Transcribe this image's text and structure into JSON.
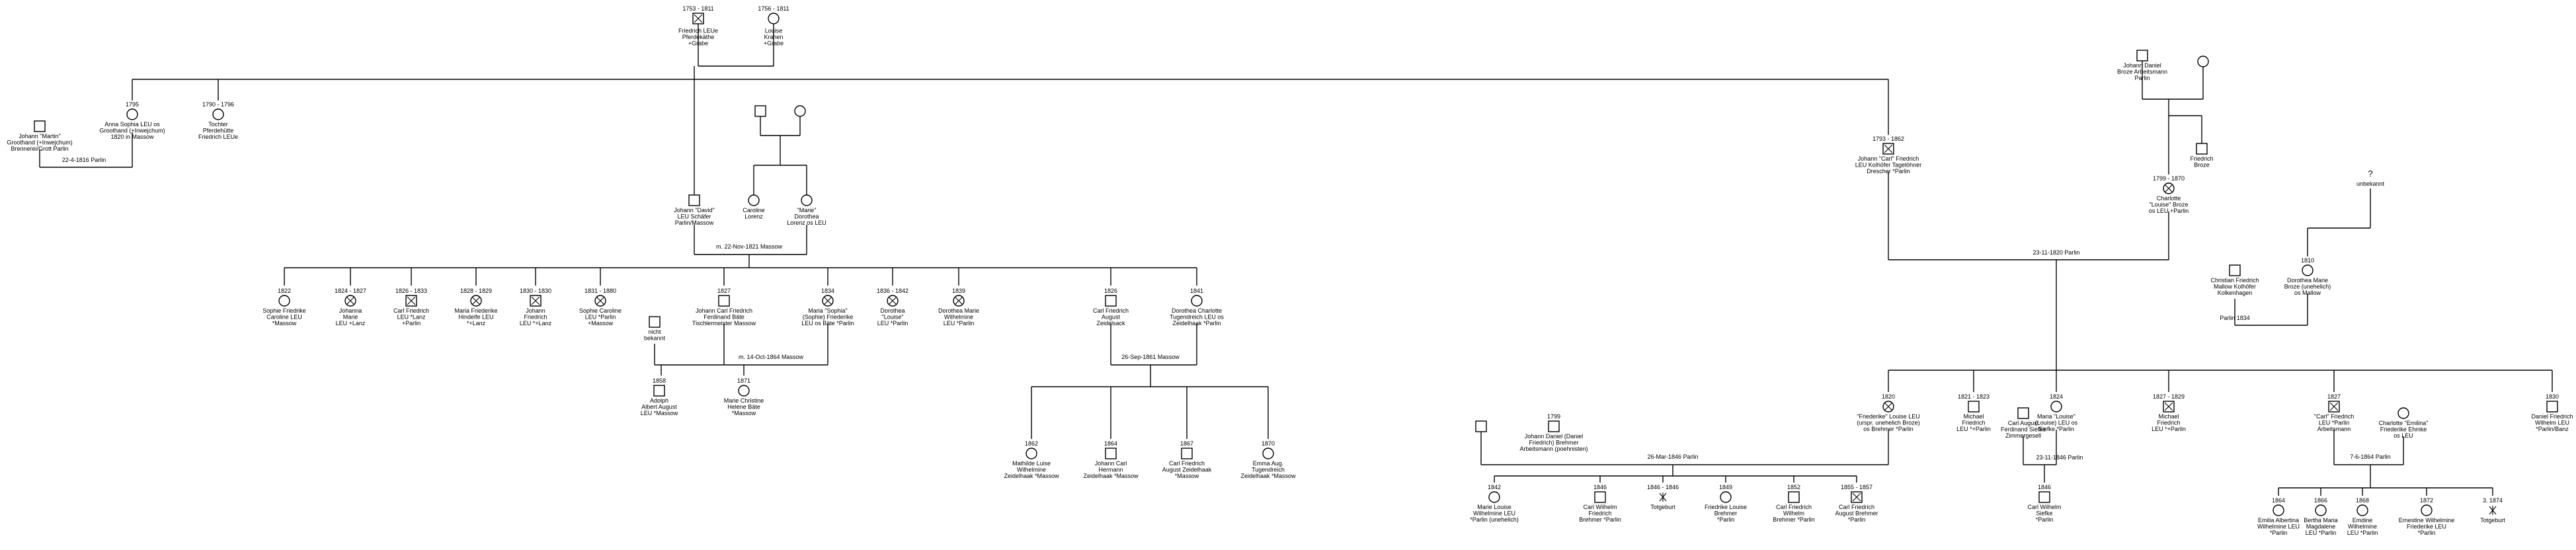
{
  "persons": [
    {
      "id": "p1",
      "sex": "m",
      "dead": true,
      "lines": [
        "1753 - 1811",
        "Friedrich LEUe",
        "Pferdekäthe",
        "+Grabe"
      ]
    },
    {
      "id": "p2",
      "sex": "f",
      "dead": false,
      "lines": [
        "1756 - 1811",
        "Louise",
        "Krahen",
        "+Grabe"
      ]
    },
    {
      "id": "p3",
      "sex": "m",
      "dead": false,
      "lines": [
        "Johann \"Martin\"",
        "Groothand (+Inwejchum)",
        "Brennerei/Grott Parlin"
      ]
    },
    {
      "id": "p4",
      "sex": "f",
      "dead": false,
      "lines": [
        "1795",
        "Anna Sophia LEU os",
        "Groothand (+Inwejchum)",
        "1820 in Massow"
      ]
    },
    {
      "id": "p5",
      "sex": "f",
      "dead": false,
      "lines": [
        "1790 - 1796",
        "Tochter",
        "Pferdehütte",
        "Friedrich LEUe"
      ]
    },
    {
      "id": "p6",
      "sex": "m",
      "dead": false,
      "lines": [
        "Johann \"David\"",
        "LEU Schäfer",
        "Parlin/Massow"
      ]
    },
    {
      "id": "p7",
      "sex": "m",
      "dead": false,
      "lines": []
    },
    {
      "id": "p8",
      "sex": "f",
      "dead": false,
      "lines": []
    },
    {
      "id": "p9",
      "sex": "f",
      "dead": false,
      "lines": [
        "Caroline",
        "Lorenz"
      ]
    },
    {
      "id": "p10",
      "sex": "f",
      "dead": false,
      "lines": [
        "\"Marie\"",
        "Dorothea",
        "Lorenz os LEU"
      ]
    },
    {
      "id": "p11",
      "sex": "f",
      "dead": false,
      "lines": [
        "1822",
        "Sophie Friedrike",
        "Caroline LEU",
        "*Massow"
      ]
    },
    {
      "id": "p12",
      "sex": "f",
      "dead": true,
      "lines": [
        "1824 - 1827",
        "Johanna",
        "Marie",
        "LEU +Lanz"
      ]
    },
    {
      "id": "p13",
      "sex": "m",
      "dead": true,
      "lines": [
        "1826 - 1833",
        "Carl Friedrich",
        "LEU *Lanz",
        "+Parlin"
      ]
    },
    {
      "id": "p14",
      "sex": "f",
      "dead": true,
      "lines": [
        "1828 - 1829",
        "Maria Friederike",
        "Hindelfe LEU",
        "*+Lanz"
      ]
    },
    {
      "id": "p15",
      "sex": "m",
      "dead": true,
      "lines": [
        "1830 - 1830",
        "Johann",
        "Friedrich",
        "LEU *+Lanz"
      ]
    },
    {
      "id": "p16",
      "sex": "f",
      "dead": true,
      "lines": [
        "1831 - 1880",
        "Sophie Caroline",
        "LEU *Parlin",
        "+Massow"
      ]
    },
    {
      "id": "p17",
      "sex": "m",
      "dead": false,
      "lines": [
        "nicht",
        "bekannt"
      ]
    },
    {
      "id": "p18",
      "sex": "m",
      "dead": false,
      "lines": [
        "1827",
        "Johann Carl Friedrich",
        "Ferdinand Bäte",
        "Tischlermeister Massow"
      ]
    },
    {
      "id": "p19",
      "sex": "f",
      "dead": true,
      "lines": [
        "1834",
        "Maria \"Sophia\"",
        "(Sophie) Friederike",
        "LEU os Bäte *Parlin"
      ]
    },
    {
      "id": "p20",
      "sex": "f",
      "dead": true,
      "lines": [
        "1836 - 1842",
        "Dorothea",
        "\"Louise\"",
        "LEU *Parlin"
      ]
    },
    {
      "id": "p21",
      "sex": "f",
      "dead": true,
      "lines": [
        "1839",
        "Dorothea Marie",
        "Wilhelmine",
        "LEU *Parlin"
      ]
    },
    {
      "id": "p22",
      "sex": "m",
      "dead": false,
      "lines": [
        "1826",
        "Carl Friedrich",
        "August",
        "Zeidelsack"
      ]
    },
    {
      "id": "p23",
      "sex": "f",
      "dead": false,
      "lines": [
        "1841",
        "Dorothea Charlotte",
        "Tugendreich LEU os",
        "Zeidelhaak *Parlin"
      ]
    },
    {
      "id": "p24",
      "sex": "m",
      "dead": false,
      "lines": [
        "1858",
        "Adolph",
        "Albert August",
        "LEU *Massow"
      ]
    },
    {
      "id": "p25",
      "sex": "f",
      "dead": false,
      "lines": [
        "1871",
        "Marie Christine",
        "Helene Bäte",
        "*Massow"
      ]
    },
    {
      "id": "p26",
      "sex": "f",
      "dead": false,
      "lines": [
        "1862",
        "Mathilde Luise",
        "Wilhelmine",
        "Zeidelhaak *Massow"
      ]
    },
    {
      "id": "p27",
      "sex": "m",
      "dead": false,
      "lines": [
        "1864",
        "Johann Carl",
        "Hermann",
        "Zeidelhaak *Massow"
      ]
    },
    {
      "id": "p28",
      "sex": "m",
      "dead": false,
      "lines": [
        "1867",
        "Carl Friedrich",
        "August Zeidelhaak",
        "*Massow"
      ]
    },
    {
      "id": "p29",
      "sex": "f",
      "dead": false,
      "lines": [
        "1870",
        "Emma Aug.",
        "Tugendreich",
        "Zeidelhaak *Massow"
      ]
    },
    {
      "id": "p30",
      "sex": "m",
      "dead": false,
      "lines": [
        "Johann Daniel",
        "Broze Arbeitsmann",
        "Parlin"
      ]
    },
    {
      "id": "p31",
      "sex": "f",
      "dead": false,
      "lines": []
    },
    {
      "id": "p32",
      "sex": "m",
      "dead": true,
      "lines": [
        "1793 - 1862",
        "Johann \"Carl\" Friedrich",
        "LEU Kolhöfer Tagelöhner",
        "Drescher *Parlin"
      ]
    },
    {
      "id": "p33",
      "sex": "m",
      "dead": false,
      "lines": [
        "Friedrich",
        "Broze"
      ]
    },
    {
      "id": "p34",
      "sex": "f",
      "dead": true,
      "lines": [
        "1799 - 1870",
        "Charlotte",
        "\"Louise\" Broze",
        "os LEU +Parlin"
      ]
    },
    {
      "id": "p35",
      "sex": "u",
      "dead": false,
      "lines": [
        "unbekannt"
      ]
    },
    {
      "id": "p36",
      "sex": "m",
      "dead": false,
      "lines": [
        "Christian Friedrich",
        "Mallow Kolhöfer",
        "Kolkenhagen"
      ]
    },
    {
      "id": "p37",
      "sex": "f",
      "dead": false,
      "lines": [
        "1810",
        "Dorothea Marie",
        "Broze (unehelich)",
        "os Mallow"
      ]
    },
    {
      "id": "p38",
      "sex": "m",
      "dead": false,
      "lines": []
    },
    {
      "id": "p39",
      "sex": "m",
      "dead": false,
      "lines": [
        "1799",
        "Johann Daniel (Daniel",
        "Friedrich) Brehmer",
        "Arbeitsmann (poehnisten)"
      ]
    },
    {
      "id": "p40",
      "sex": "f",
      "dead": true,
      "lines": [
        "1820",
        "\"Friederike\" Louise LEU",
        "(urspr. unehelich Broze)",
        "os Brehmer *Parlin"
      ]
    },
    {
      "id": "p41",
      "sex": "m",
      "dead": false,
      "lines": [
        "1821 - 1823",
        "Michael",
        "Friedrich",
        "LEU *+Parlin"
      ]
    },
    {
      "id": "p42",
      "sex": "m",
      "dead": false,
      "lines": [
        "Carl August",
        "Ferdinand Siefke",
        "Zimmergesell"
      ]
    },
    {
      "id": "p43",
      "sex": "f",
      "dead": false,
      "lines": [
        "1824",
        "Maria \"Louise\"",
        "(Louise) LEU os",
        "Siefke *Parlin"
      ]
    },
    {
      "id": "p44",
      "sex": "m",
      "dead": true,
      "lines": [
        "1827 - 1829",
        "Michael",
        "Friedrich",
        "LEU *+Parlin"
      ]
    },
    {
      "id": "p45",
      "sex": "m",
      "dead": true,
      "lines": [
        "1827",
        "\"Carl\" Friedrich",
        "LEU *Parlin",
        "Arbeitsmann"
      ]
    },
    {
      "id": "p46",
      "sex": "f",
      "dead": false,
      "lines": [
        "Charlotte \"Emilina\"",
        "Friederike Ehmke",
        "os LEU"
      ]
    },
    {
      "id": "p47",
      "sex": "m",
      "dead": false,
      "lines": [
        "1830",
        "Daniel Friedrich",
        "Wilhelm LEU",
        "*Parlin/Banz"
      ]
    },
    {
      "id": "p48",
      "sex": "f",
      "dead": false,
      "lines": [
        "1842",
        "Marie Louise",
        "Wilhelmine LEU",
        "*Parlin (unehelich)"
      ]
    },
    {
      "id": "p49",
      "sex": "m",
      "dead": false,
      "lines": [
        "1846",
        "Carl Wilhelm",
        "Friedrich",
        "Brehmer *Parlin"
      ]
    },
    {
      "id": "p50",
      "sex": "u",
      "dead": true,
      "lines": [
        "1846 - 1846",
        "Totgeburt"
      ]
    },
    {
      "id": "p51",
      "sex": "f",
      "dead": false,
      "lines": [
        "1849",
        "Friedrike Louise",
        "Brehmer",
        "*Parlin"
      ]
    },
    {
      "id": "p52",
      "sex": "m",
      "dead": false,
      "lines": [
        "1852",
        "Carl Friedrich",
        "Wilhelm",
        "Brehmer *Parlin"
      ]
    },
    {
      "id": "p53",
      "sex": "m",
      "dead": true,
      "lines": [
        "1855 - 1857",
        "Carl Friedrich",
        "August Brehmer",
        "*Parlin"
      ]
    },
    {
      "id": "p54",
      "sex": "m",
      "dead": false,
      "lines": [
        "1846",
        "Carl Wilhelm",
        "Siefke",
        "*Parlin"
      ]
    },
    {
      "id": "p55",
      "sex": "f",
      "dead": false,
      "lines": [
        "1864",
        "Emilia Albertina",
        "Wilhelmine LEU",
        "*Parlin"
      ]
    },
    {
      "id": "p56",
      "sex": "f",
      "dead": false,
      "lines": [
        "1866",
        "Bertha Maria",
        "Magdalene",
        "LEU *Parlin"
      ]
    },
    {
      "id": "p57",
      "sex": "f",
      "dead": false,
      "lines": [
        "1868",
        "Emdine",
        "Wilhelmine",
        "LEU *Parlin"
      ]
    },
    {
      "id": "p58",
      "sex": "f",
      "dead": false,
      "lines": [
        "1872",
        "Ernestine Wilhelmine",
        "Friederike LEU",
        "*Parlin"
      ]
    },
    {
      "id": "p59",
      "sex": "u",
      "dead": true,
      "lines": [
        "3. 1874",
        "Totgeburt"
      ]
    }
  ],
  "marriages": [
    {
      "id": "m1",
      "label": "22-4-1816 Parlin"
    },
    {
      "id": "m2",
      "label": "m. 22-Nov-1821 Massow"
    },
    {
      "id": "m3",
      "label": "m. 14-Oct-1864 Massow"
    },
    {
      "id": "m4",
      "label": "26-Sep-1861 Massow"
    },
    {
      "id": "m5",
      "label": "23-11-1820 Parlin"
    },
    {
      "id": "m6",
      "label": "Parlin 1834"
    },
    {
      "id": "m7",
      "label": "26-Mar-1846 Parlin"
    },
    {
      "id": "m8",
      "label": "23-11-1846 Parlin"
    },
    {
      "id": "m9",
      "label": "7-6-1864 Parlin"
    }
  ]
}
